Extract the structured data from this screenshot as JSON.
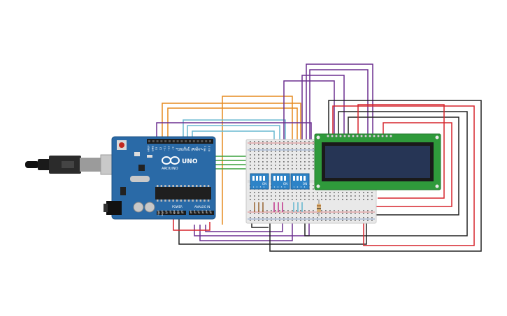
{
  "arduino": {
    "logo": "ARDUINO",
    "model": "UNO",
    "digital_label": "DIGITAL (PWM ~)",
    "power_label": "POWER",
    "analog_label": "ANALOG IN",
    "pin_digital": [
      "AREF",
      "GND",
      "13",
      "12",
      "~11",
      "~10",
      "~9",
      "8",
      "7",
      "~6",
      "~5",
      "4",
      "~3",
      "2",
      "TX 1",
      "RX 0"
    ],
    "pin_power": [
      "IOREF",
      "RESET",
      "3.3V",
      "5V",
      "GND",
      "GND",
      "Vin"
    ],
    "pin_analog": [
      "A0",
      "A1",
      "A2",
      "A3",
      "A4",
      "A5"
    ]
  },
  "dip_switches": [
    {
      "label": "ON",
      "numbers": [
        "1",
        "2",
        "3",
        "4"
      ]
    },
    {
      "label": "ON",
      "numbers": [
        "1",
        "2",
        "3",
        "4"
      ]
    },
    {
      "label": "ON",
      "numbers": [
        "1",
        "2",
        "3",
        "4"
      ]
    }
  ],
  "lcd": {
    "text": ""
  },
  "colors": {
    "board": "#2a6aa7",
    "breadboard": "#e9e9e9",
    "lcd_bezel": "#2f9a3b",
    "lcd_screen": "#263555",
    "dip": "#2d83c7",
    "wire_orange": "#e68a1e",
    "wire_cyan": "#69b9d0",
    "wire_green": "#39a13b",
    "wire_purple": "#6b2f8f",
    "wire_red": "#d6242b",
    "wire_black": "#222222",
    "wire_magenta": "#c23b8f",
    "wire_brown": "#9b6b3a"
  },
  "icons": [
    "usb-cable-icon",
    "arduino-infinity-logo-icon",
    "reset-button-icon",
    "power-jack-icon",
    "potentiometer-icon",
    "resistor-icon"
  ]
}
